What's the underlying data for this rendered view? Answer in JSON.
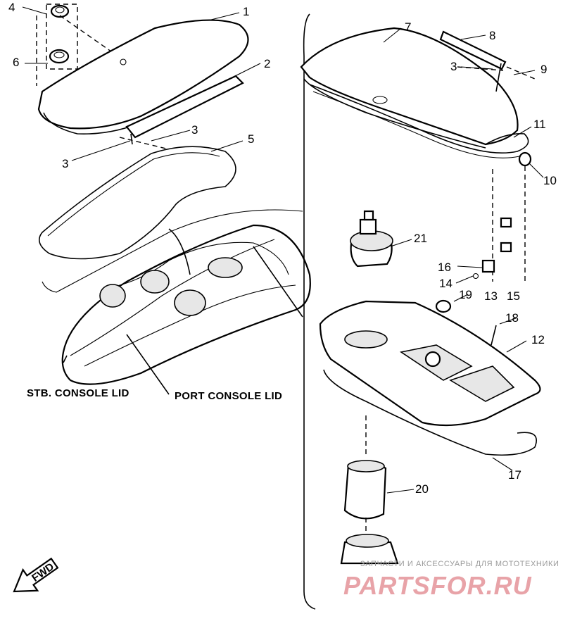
{
  "diagram": {
    "callouts": [
      "1",
      "2",
      "3",
      "4",
      "5",
      "6",
      "7",
      "8",
      "9",
      "10",
      "11",
      "12",
      "13",
      "14",
      "15",
      "16",
      "17",
      "18",
      "19",
      "20",
      "21"
    ],
    "captions": {
      "stb": "STB. CONSOLE LID",
      "port": "PORT CONSOLE LID",
      "fwd": "FWD"
    },
    "watermark": {
      "tagline": "ЗАПЧАСТИ И АКСЕССУАРЫ ДЛЯ МОТОТЕХНИКИ",
      "logo": "PARTSFOR.RU"
    }
  }
}
